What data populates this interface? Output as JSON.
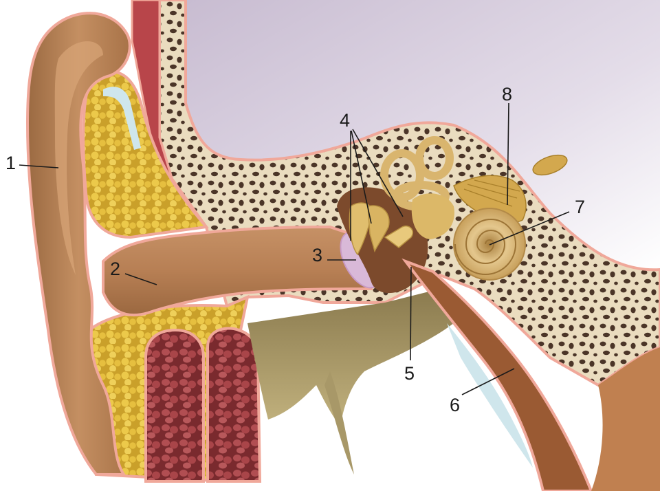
{
  "diagram": {
    "labels": [
      {
        "id": "l1",
        "text": "1"
      },
      {
        "id": "l2",
        "text": "2"
      },
      {
        "id": "l3",
        "text": "3"
      },
      {
        "id": "l4",
        "text": "4"
      },
      {
        "id": "l5",
        "text": "5"
      },
      {
        "id": "l6",
        "text": "6"
      },
      {
        "id": "l7",
        "text": "7"
      },
      {
        "id": "l8",
        "text": "8"
      }
    ]
  },
  "colors": {
    "cranial_cavity": "#dcd3e3",
    "bone": "#eadcbf",
    "bone_pore": "#4b3528",
    "fat": "#e1bd3c",
    "muscle": "#a8444a",
    "skin": "#b37e52",
    "lining": "#f0a89a",
    "cartilage": "#cfe6ec",
    "ossicles": "#dcb868",
    "cochlea": "#d7b77a",
    "tissue_dark": "#7c4a2c"
  }
}
